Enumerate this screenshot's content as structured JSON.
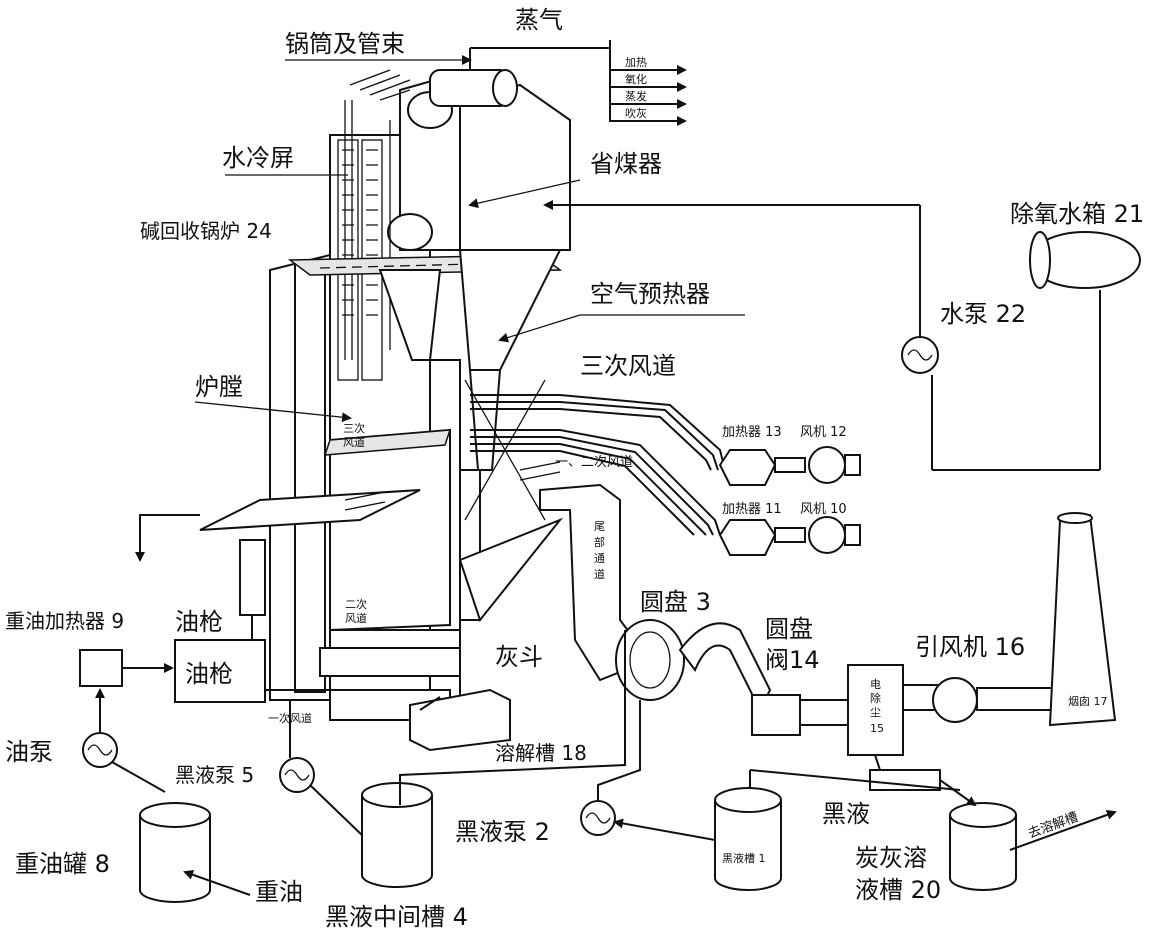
{
  "labels": {
    "drum_tubes": "锅筒及管束",
    "steam": "蒸气",
    "steam_out_1": "加热",
    "steam_out_2": "氧化",
    "steam_out_3": "蒸发",
    "steam_out_4": "吹灰",
    "water_screen": "水冷屏",
    "economizer": "省煤器",
    "boiler": "碱回收锅炉 24",
    "deaerator": "除氧水箱 21",
    "air_preheater": "空气预热器",
    "water_pump": "水泵 22",
    "tertiary_duct": "三次风道",
    "furnace": "炉膛",
    "tertiary_duct_small_1": "三次",
    "tertiary_duct_small_2": "风道",
    "heater_13": "加热器 13",
    "fan_12": "风机 12",
    "primary_secondary_duct": "一、二次风道",
    "heater_11": "加热器 11",
    "fan_10": "风机 10",
    "tail_flue_1": "尾",
    "tail_flue_2": "部",
    "tail_flue_3": "通",
    "tail_flue_4": "道",
    "secondary_duct_1": "二次",
    "secondary_duct_2": "风道",
    "heavy_oil_heater": "重油加热器 9",
    "oil_gun_1": "油枪",
    "disc": "圆盘 3",
    "disc_valve_1": "圆盘",
    "disc_valve_2": "阀14",
    "induced_fan": "引风机 16",
    "chimney": "烟囱 17",
    "oil_gun_2": "油枪",
    "ash_hopper": "灰斗",
    "primary_duct": "一次风道",
    "esp_1": "电",
    "esp_2": "除",
    "esp_3": "尘",
    "esp_4": "15",
    "dissolving_tank": "溶解槽 18",
    "oil_pump": "油泵",
    "black_liquor_pump_5": "黑液泵 5",
    "black_liquor": "黑液",
    "black_liquor_pump_2": "黑液泵 2",
    "black_liquor_tank": "黑液槽 1",
    "to_dissolving_tank": "去溶解槽",
    "heavy_oil_tank": "重油罐 8",
    "heavy_oil": "重油",
    "black_liquor_intermediate_tank": "黑液中间槽 4",
    "ash_solution_tank_1": "炭灰溶",
    "ash_solution_tank_2": "液槽 20"
  }
}
